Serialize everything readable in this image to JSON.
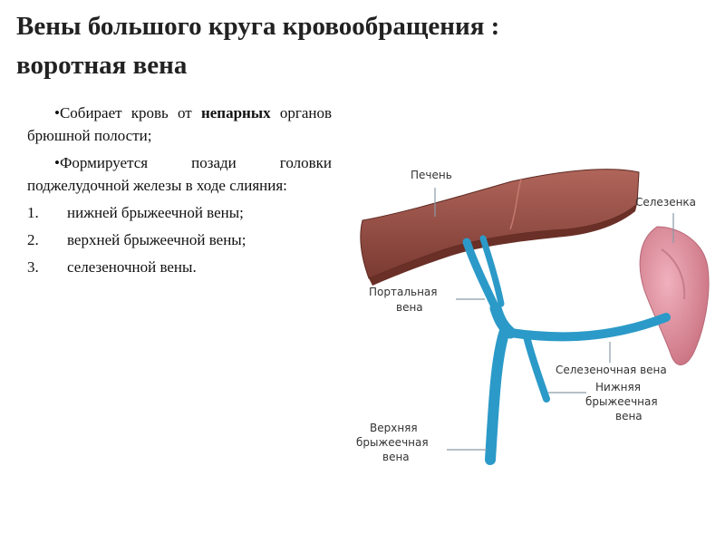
{
  "title": {
    "line1": "Вены большого круга кровообращения :",
    "line2": "воротная вена"
  },
  "text": {
    "bullet1_a": "•Собирает кровь от ",
    "bullet1_bold": "непарных",
    "bullet1_b": " органов брюшной полости;",
    "bullet2": "•Формируется позади головки поджелудочной железы в ходе слияния:",
    "list": [
      {
        "num": "1.",
        "text": "нижней брыжеечной вены;"
      },
      {
        "num": "2.",
        "text": "верхней брыжеечной вены;"
      },
      {
        "num": "3.",
        "text": "селезеночной вены."
      }
    ]
  },
  "diagram": {
    "labels": {
      "liver": "Печень",
      "spleen": "Селезенка",
      "portal_1": "Портальная",
      "portal_2": "вена",
      "splenic": "Селезеночная вена",
      "imv_1": "Нижняя",
      "imv_2": "брыжеечная",
      "imv_3": "вена",
      "smv_1": "Верхняя",
      "smv_2": "брыжеечная",
      "smv_3": "вена"
    },
    "colors": {
      "liver": "#8e4a40",
      "liver_dark": "#6a3028",
      "spleen": "#d98c9c",
      "vein": "#2b9ac8",
      "leader": "#8a9aa6"
    }
  }
}
